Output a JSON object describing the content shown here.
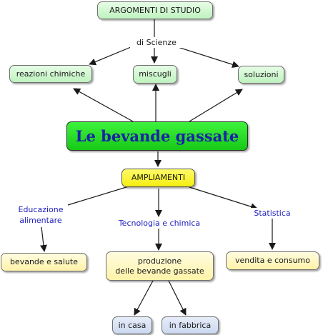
{
  "nodes": {
    "argomenti": "ARGOMENTI DI STUDIO",
    "reazioni": "reazioni chimiche",
    "miscugli": "miscugli",
    "soluzioni": "soluzioni",
    "main": "Le bevande gassate",
    "ampliamenti": "AMPLIAMENTI",
    "salute": "bevande e salute",
    "produzione_l1": "produzione",
    "produzione_l2": "delle bevande gassate",
    "vendita": "vendita e consumo",
    "casa": "in casa",
    "fabbrica": "in fabbrica"
  },
  "links": {
    "scienze": "di Scienze",
    "educazione_l1": "Educazione",
    "educazione_l2": "alimentare",
    "tecnologia": "Tecnologia e chimica",
    "statistica": "Statistica"
  },
  "colors": {
    "node_green": "#c8f5c8",
    "main_green": "#22d822",
    "main_text": "#1a22a6",
    "ampliamenti_yellow": "#f8f020",
    "node_yellow": "#fff6b0",
    "node_blue": "#d4def2",
    "link_text": "#1d1dbf"
  }
}
